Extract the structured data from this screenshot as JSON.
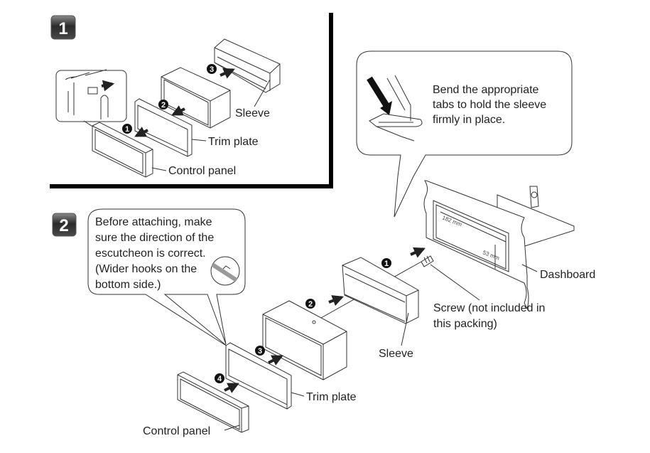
{
  "step1": {
    "badge": "1",
    "labels": {
      "sleeve": "Sleeve",
      "trim_plate": "Trim plate",
      "control_panel": "Control panel"
    },
    "callouts": [
      "1",
      "2",
      "3"
    ]
  },
  "step2": {
    "badge": "2",
    "note_lines": [
      "Before attaching, make",
      "sure the direction of the",
      "escutcheon is correct.",
      "(Wider hooks on the",
      "bottom side.)"
    ],
    "bend_note_lines": [
      "Bend the appropriate",
      "tabs to hold the sleeve",
      "firmly in place."
    ],
    "labels": {
      "dashboard": "Dashboard",
      "screw_line1": "Screw (not included in",
      "screw_line2": "this packing)",
      "sleeve": "Sleeve",
      "trim_plate": "Trim plate",
      "control_panel": "Control panel"
    },
    "dimensions": {
      "width": "182 mm",
      "height": "53 mm"
    },
    "callouts": [
      "1",
      "2",
      "3",
      "4"
    ]
  },
  "colors": {
    "line": "#333333",
    "badge": "#3a3a3a",
    "text": "#222222"
  }
}
